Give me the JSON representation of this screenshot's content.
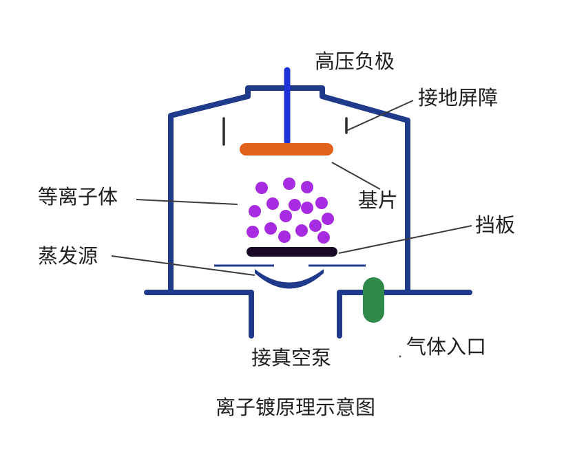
{
  "labels": {
    "cathode": "高压负极",
    "shield": "接地屏障",
    "substrate": "基片",
    "plasma": "等离子体",
    "baffle": "挡板",
    "source": "蒸发源",
    "pump": "接真空泵",
    "gas_inlet": "气体入口"
  },
  "caption": "离子镀原理示意图",
  "colors": {
    "chamber": "#1f3a8a",
    "cathode_rod": "#1f33d6",
    "substrate": "#e0621a",
    "plasma": "#a72be0",
    "baffle": "#1a0a26",
    "gas_valve": "#2f8a4a",
    "leader": "#3a3a3a"
  }
}
